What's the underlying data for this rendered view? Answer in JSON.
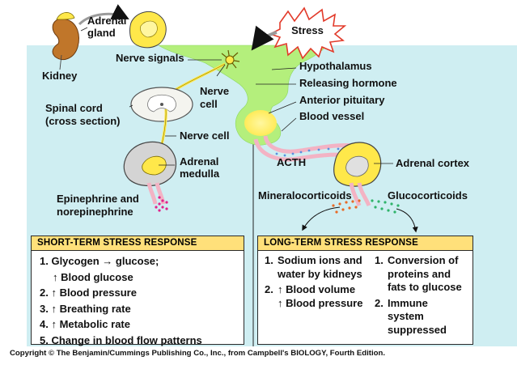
{
  "labels": {
    "adrenal_gland_line1": "Adrenal",
    "adrenal_gland_line2": "gland",
    "kidney": "Kidney",
    "stress": "Stress",
    "nerve_signals": "Nerve signals",
    "hypothalamus": "Hypothalamus",
    "nerve_cell_top_line1": "Nerve",
    "nerve_cell_top_line2": "cell",
    "releasing_hormone": "Releasing hormone",
    "anterior_pituitary": "Anterior pituitary",
    "blood_vessel": "Blood vessel",
    "spinal_cord_line1": "Spinal cord",
    "spinal_cord_line2": "(cross section)",
    "nerve_cell_mid": "Nerve cell",
    "adrenal_medulla_line1": "Adrenal",
    "adrenal_medulla_line2": "medulla",
    "acth": "ACTH",
    "adrenal_cortex": "Adrenal cortex",
    "epinephrine_line1": "Epinephrine and",
    "epinephrine_line2": "norepinephrine",
    "mineralocorticoids": "Mineralocorticoids",
    "glucocorticoids": "Glucocorticoids"
  },
  "short_term": {
    "heading": "SHORT-TERM STRESS RESPONSE",
    "items": [
      "1. Glycogen → glucose;",
      "↑ Blood glucose",
      "2. ↑ Blood pressure",
      "3. ↑ Breathing rate",
      "4. ↑ Metabolic rate",
      "5. Change in blood flow patterns"
    ]
  },
  "long_term": {
    "heading": "LONG-TERM STRESS RESPONSE",
    "left_items": [
      {
        "num": "1.",
        "lines": [
          "Sodium ions and",
          "water by kidneys"
        ]
      },
      {
        "num": "2.",
        "lines": [
          "↑ Blood volume",
          "↑ Blood pressure"
        ]
      }
    ],
    "right_items": [
      {
        "num": "1.",
        "lines": [
          "Conversion of",
          "proteins and",
          "fats to glucose"
        ]
      },
      {
        "num": "2.",
        "lines": [
          "Immune",
          "system",
          "suppressed"
        ]
      }
    ]
  },
  "copyright": "Copyright © The Benjamin/Cummings Publishing Co., Inc., from Campbell's BIOLOGY, Fourth Edition.",
  "colors": {
    "background_panel": "#cfeef2",
    "brain_green": "#b4ef7c",
    "box_heading": "#ffe07a",
    "vessel_pink": "#f3b3c4",
    "gland_yellow": "#ffe84a",
    "epinephrine_dots": "#e0208c",
    "mineralocorticoid_dots": "#e96a26",
    "glucocorticoid_dots": "#2fb36a"
  }
}
